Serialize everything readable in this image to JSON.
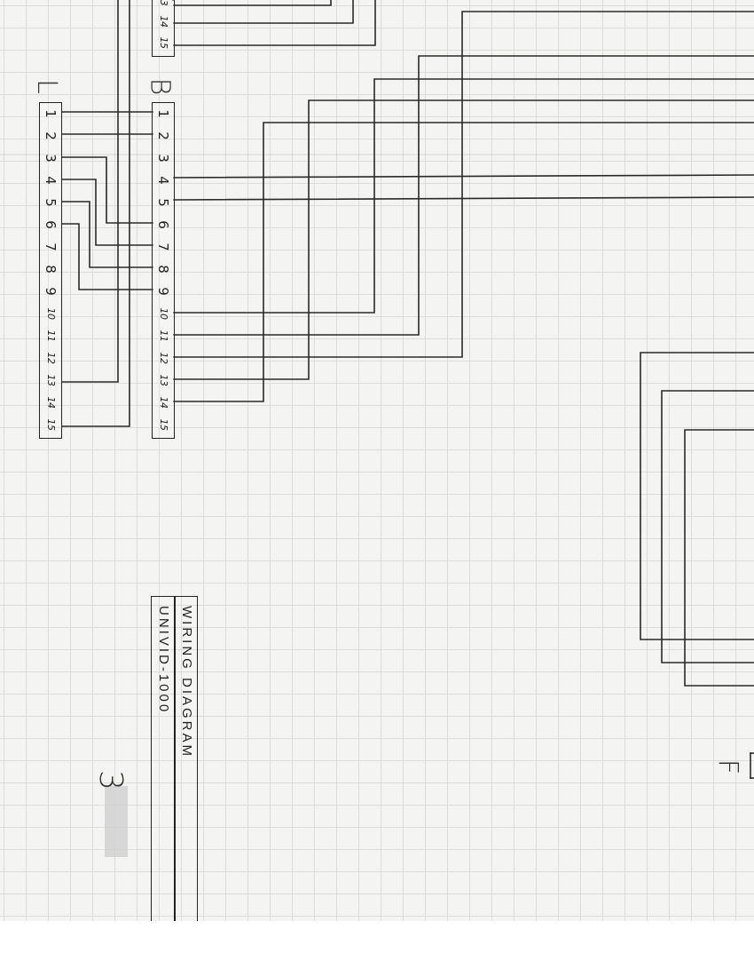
{
  "connectors": {
    "left": {
      "label": "L",
      "pins": [
        "1",
        "2",
        "3",
        "4",
        "5",
        "6",
        "7",
        "8",
        "9",
        "10",
        "11",
        "12",
        "13",
        "14",
        "15"
      ]
    },
    "middle": {
      "label": "B",
      "pins": [
        "1",
        "2",
        "3",
        "4",
        "5",
        "6",
        "7",
        "8",
        "9",
        "10",
        "11",
        "12",
        "13",
        "14",
        "15"
      ]
    },
    "top_partial": {
      "pins": [
        "3",
        "14",
        "15"
      ]
    },
    "right_partial": {
      "label": "F"
    }
  },
  "title_block": {
    "title": "WIRING DIAGRAM",
    "model": "UNIVID-1000"
  },
  "page_number": "3",
  "colors": {
    "ink": "#2a2a2a",
    "paper": "#f4f4f2",
    "grid": "#dcdcd8"
  }
}
